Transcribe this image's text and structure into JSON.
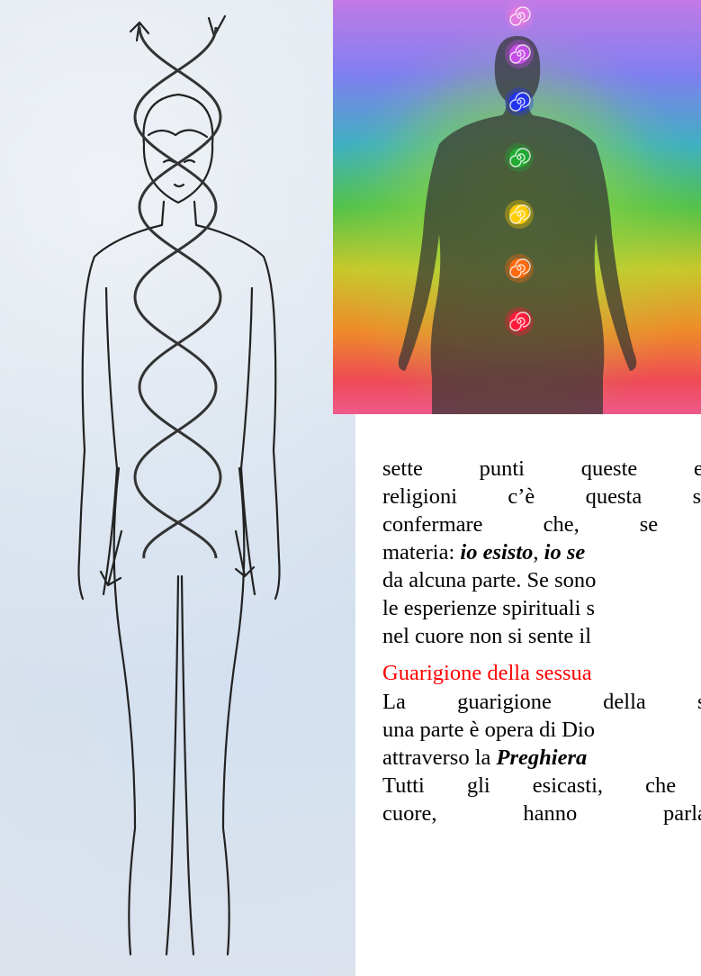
{
  "paragraph1": {
    "l1": "sette punti queste ene",
    "l2": "religioni c’è questa sim",
    "l3": "confermare che, se i",
    "l4_pre": "materia: ",
    "l4_em1": "io esisto",
    "l4_mid": ", ",
    "l4_em2": "io se",
    "l5": "da alcuna parte. Se sono",
    "l6": "le esperienze spirituali s",
    "l7": "nel cuore non si sente il"
  },
  "heading": "Guarigione della sessua",
  "paragraph2": {
    "l1": "La guarigione della ses",
    "l2": "una parte è opera di Dio",
    "l3_pre": "attraverso la ",
    "l3_em": "Preghiera",
    "l4": "Tutti gli esicasti, che l",
    "l5": "cuore, hanno parlato"
  },
  "chakra_colors": [
    "#e07ae0",
    "#c44ee6",
    "#2233ee",
    "#22aa33",
    "#ffcc00",
    "#ff6a10",
    "#ff1a3a"
  ]
}
